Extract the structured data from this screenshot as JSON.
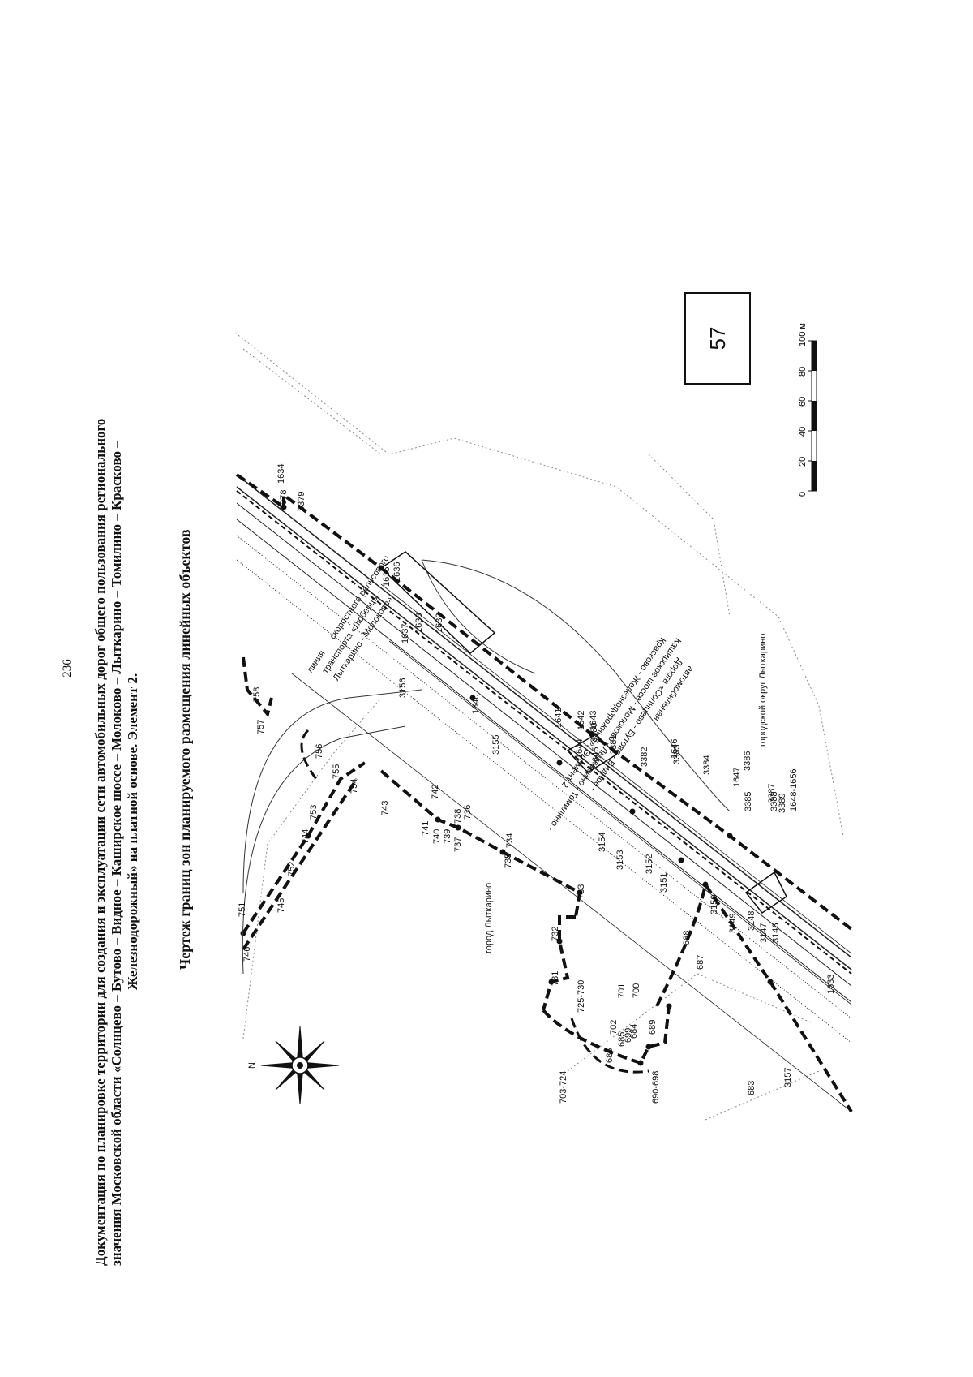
{
  "page_number": "236",
  "title": {
    "line1": "Документация по планировке территории для создания и эксплуатации сети автомобильных дорог общего пользования регионального",
    "line2": "значения Московской области «Солнцево – Бутово – Видное – Каширское шоссе – Молоково – Лыткарино – Томилино – Красково –",
    "line3": "Железнодорожный» на платной основе. Элемент 2."
  },
  "subtitle": "Чертеж границ зон планируемого размещения линейных объектов",
  "sheet_number": "57",
  "scale_bar": {
    "ticks": [
      "0",
      "20",
      "40",
      "60",
      "80",
      "100 м"
    ]
  },
  "compass": {
    "north": "N"
  },
  "map_labels": {
    "city": "город Лыткарино",
    "district": "городской округ Лыткарино",
    "rail_line": [
      "скоростного рельсового",
      "транспорта «Люберцы -",
      "Лыткарино - Молоково»"
    ],
    "rail_line_prefix": "линия",
    "highway": [
      "автомобильная",
      "Дорога «Солнцево - Бутово - Видное -",
      "Каширское шоссе - Молоково - Лыткарино - Томилино -",
      "Красково - Железнодорожный», Элемент 2"
    ]
  },
  "point_labels": [
    "746",
    "751",
    "745",
    "752",
    "744",
    "753",
    "743",
    "754",
    "755",
    "756",
    "757",
    "758",
    "741",
    "742",
    "740",
    "739",
    "738",
    "737",
    "736",
    "735",
    "734",
    "733",
    "732",
    "731",
    "725-730",
    "703-724",
    "702",
    "701",
    "700",
    "699",
    "689",
    "690-698",
    "688",
    "687",
    "686",
    "685",
    "684",
    "683",
    "3157",
    "3156",
    "3155",
    "3154",
    "3153",
    "3152",
    "3151",
    "3150",
    "3149",
    "3148",
    "3147",
    "3146",
    "1633",
    "1634",
    "3378",
    "3379",
    "1635",
    "1636",
    "1637",
    "1638",
    "1639",
    "1640",
    "1641",
    "1642",
    "1643",
    "1644",
    "1645",
    "3380",
    "3381",
    "3382",
    "1646",
    "3383",
    "3384",
    "1647",
    "3385",
    "3386",
    "3387",
    "3388",
    "3389",
    "1648-1656"
  ]
}
